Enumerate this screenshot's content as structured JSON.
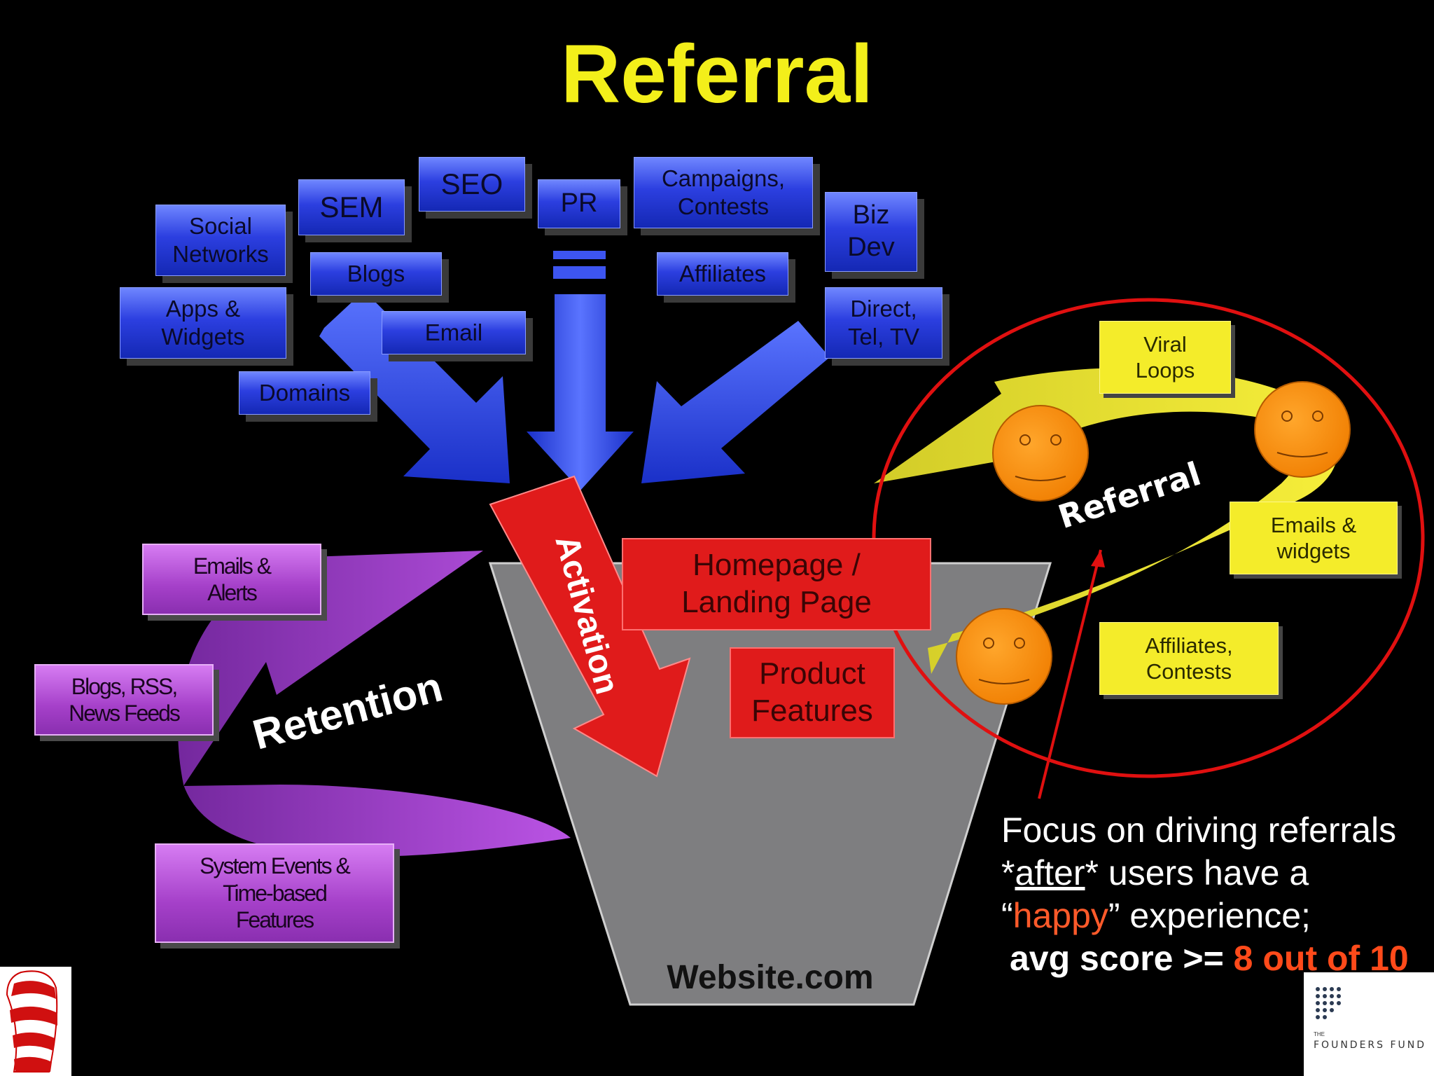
{
  "title": "Referral",
  "channels": {
    "social_networks": "Social\nNetworks",
    "sem": "SEM",
    "seo": "SEO",
    "pr": "PR",
    "campaigns": "Campaigns,\nContests",
    "biz_dev": "Biz\nDev",
    "blogs": "Blogs",
    "affiliates": "Affiliates",
    "apps_widgets": "Apps &\nWidgets",
    "email": "Email",
    "direct": "Direct,\nTel, TV",
    "domains": "Domains"
  },
  "activation": {
    "label": "Activation",
    "homepage": "Homepage /\nLanding Page",
    "product_features": "Product\nFeatures"
  },
  "retention": {
    "label": "Retention",
    "emails_alerts": "Emails &\nAlerts",
    "blogs_rss": "Blogs, RSS,\nNews Feeds",
    "system_events": "System Events &\nTime-based\nFeatures"
  },
  "funnel": {
    "site": "Website.com"
  },
  "referral_loop": {
    "label": "Referral",
    "viral_loops": "Viral\nLoops",
    "emails_widgets": "Emails &\nwidgets",
    "affiliates_contests": "Affiliates,\nContests"
  },
  "note": {
    "line1": "Focus on driving referrals",
    "star1": "*",
    "after": "after",
    "line2_rest": "* users have a",
    "quote_open": "“",
    "happy": "happy",
    "line3_rest": "” experience;",
    "score_prefix": "avg score >=",
    "score_value": "8 out of 10"
  },
  "logo": {
    "the": "THE",
    "name": "FOUNDERS FUND"
  },
  "colors": {
    "title": "#f3ef1a",
    "acquisition": "#2c3fe0",
    "activation": "#e01b1b",
    "retention": "#b04cd8",
    "referral": "#f4ec2a",
    "circle": "#e01010"
  }
}
